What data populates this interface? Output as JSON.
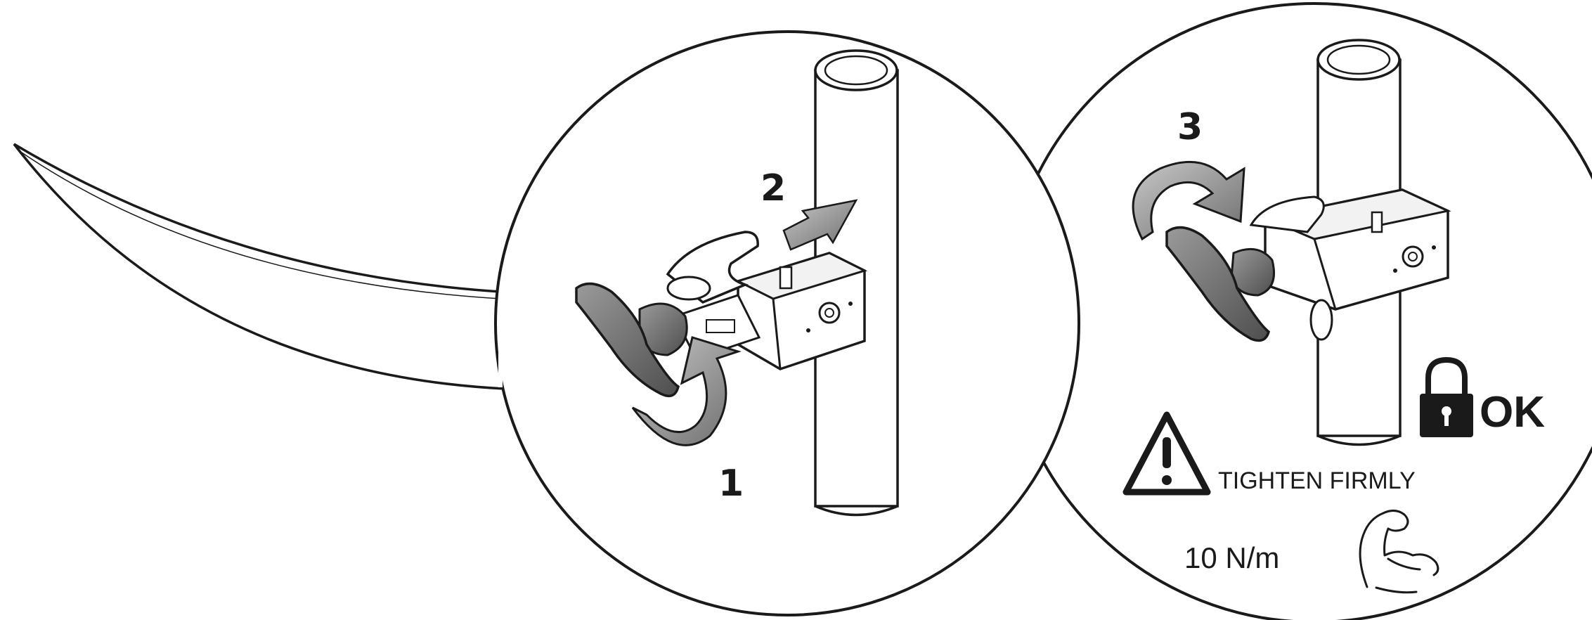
{
  "steps": {
    "step1": "1",
    "step2": "2",
    "step3": "3"
  },
  "lock_status": "OK",
  "warning": "TIGHTEN FIRMLY",
  "torque": "10 N/m",
  "icons": {
    "lock": "padlock-icon",
    "warning": "warning-triangle-icon",
    "strength": "flexed-arm-icon"
  },
  "colors": {
    "line": "#1a1a1a",
    "arrow_gray": "#8c8c8c",
    "knob_gray": "#6e6e6e"
  }
}
